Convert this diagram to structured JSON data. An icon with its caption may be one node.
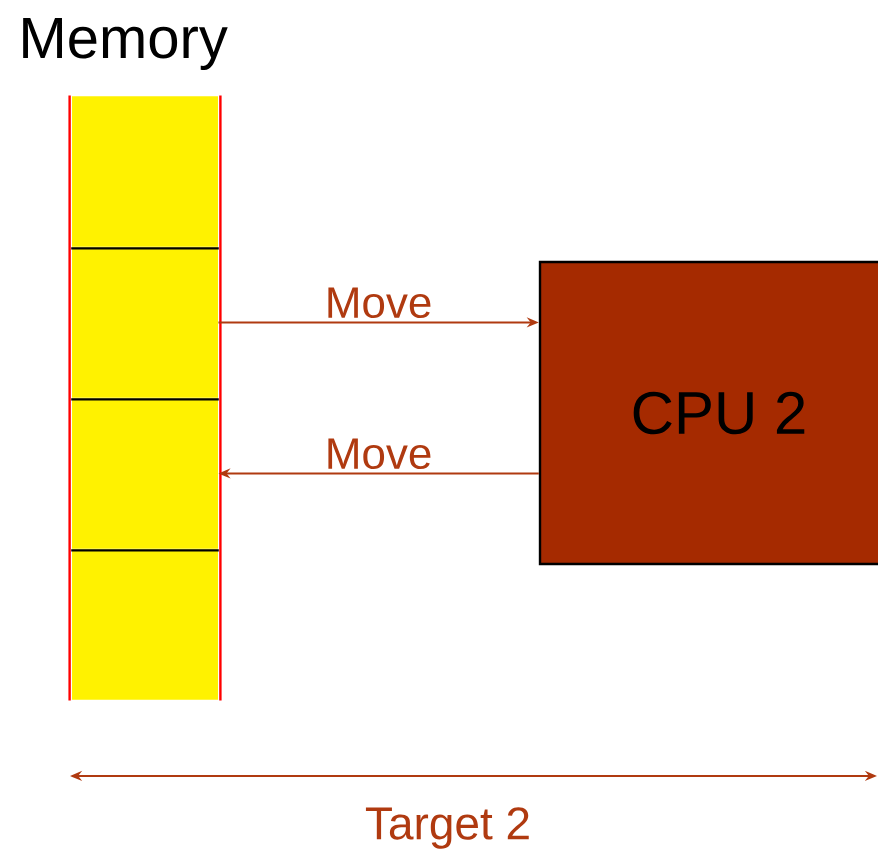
{
  "diagram": {
    "nodes": [
      {
        "text": [
          "Memory"
        ]
      },
      {
        "text": [],
        "shape": "box",
        "in": 0
      },
      {
        "text": [],
        "shape": "box",
        "in": 0
      },
      {
        "text": [],
        "shape": "box",
        "in": 0
      },
      {
        "text": [],
        "shape": "box",
        "in": 0
      },
      {
        "text": [
          "CPU 2"
        ]
      }
    ],
    "edges": [
      {
        "from": 2,
        "to": 5,
        "arrow": "to",
        "label": "Move"
      },
      {
        "from": 5,
        "to": 3,
        "arrow": "to",
        "label": "Move"
      }
    ],
    "labels": [
      "Target 2"
    ]
  }
}
